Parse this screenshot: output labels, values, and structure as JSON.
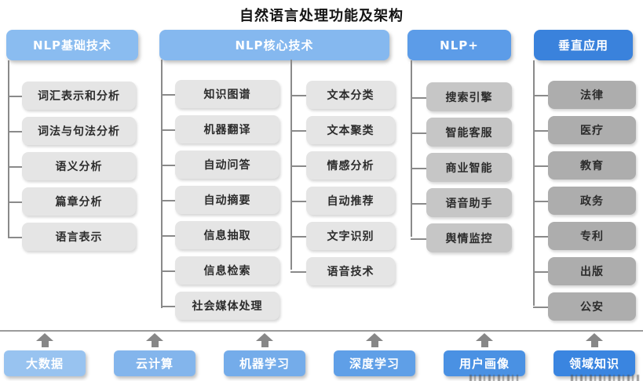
{
  "title": "自然语言处理功能及架构",
  "headers": [
    {
      "label": "NLP基础技术",
      "color": "#8ABCF0"
    },
    {
      "label": "NLP核心技术",
      "color": "#85B8EF"
    },
    {
      "label": "NLP+",
      "color": "#5C9CE8"
    },
    {
      "label": "垂直应用",
      "color": "#3A82DC"
    }
  ],
  "columns": {
    "basic": [
      "词汇表示和分析",
      "词法与句法分析",
      "语义分析",
      "篇章分析",
      "语言表示"
    ],
    "core_left": [
      "知识图谱",
      "机器翻译",
      "自动问答",
      "自动摘要",
      "信息抽取",
      "信息检索",
      "社会媒体处理"
    ],
    "core_right": [
      "文本分类",
      "文本聚类",
      "情感分析",
      "自动推荐",
      "文字识别",
      "语音技术"
    ],
    "nlp_plus": [
      "搜索引擎",
      "智能客服",
      "商业智能",
      "语音助手",
      "舆情监控"
    ],
    "vertical": [
      "法律",
      "医疗",
      "教育",
      "政务",
      "专利",
      "出版",
      "公安"
    ]
  },
  "foundation": [
    {
      "label": "大数据",
      "color": "#98C3F0"
    },
    {
      "label": "云计算",
      "color": "#83B5EC"
    },
    {
      "label": "机器学习",
      "color": "#74ACEA"
    },
    {
      "label": "深度学习",
      "color": "#5F9FE7"
    },
    {
      "label": "用户画像",
      "color": "#4A91E3"
    },
    {
      "label": "领域知识",
      "color": "#3A85E0"
    }
  ],
  "colors": {
    "node_gray_light": "#E5E5E5",
    "node_gray_medium": "#C6C6C6",
    "node_gray_dark": "#ADADAD",
    "connector_gray": "#8a8a8a",
    "separator_gray": "#9b9b9b",
    "arrow_gray": "#878787"
  }
}
